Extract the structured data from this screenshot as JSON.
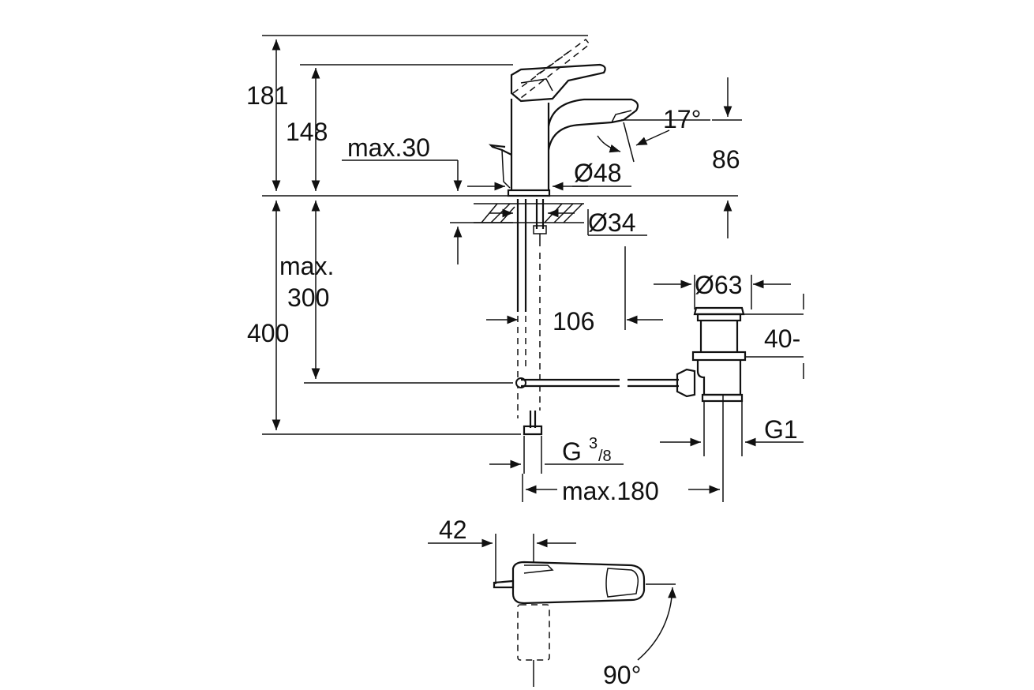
{
  "labels": {
    "dim_181": "181",
    "dim_148": "148",
    "dim_max30": "max.30",
    "dim_17deg": "17°",
    "dim_86": "86",
    "dim_d48": "Ø48",
    "dim_d34": "Ø34",
    "dim_max": "max.",
    "dim_300": "300",
    "dim_400": "400",
    "dim_106": "106",
    "dim_d63": "Ø63",
    "dim_40": "40-",
    "dim_g1": "G1",
    "dim_g38_main": "G",
    "dim_g38_num": "3",
    "dim_g38_den": "/8",
    "dim_max180": "max.180",
    "dim_42": "42",
    "dim_90deg": "90°"
  },
  "colors": {
    "line": "#111111",
    "background": "#ffffff"
  }
}
